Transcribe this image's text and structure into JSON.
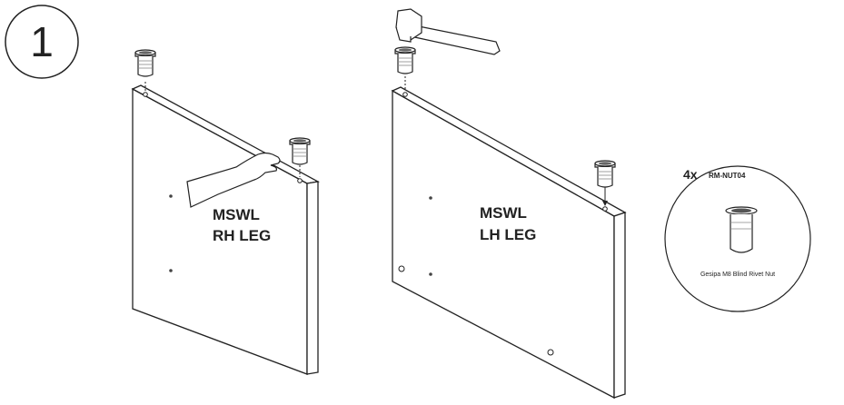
{
  "step_number": "1",
  "panel_right": {
    "line1": "MSWL",
    "line2": "RH LEG"
  },
  "panel_left": {
    "line1": "MSWL",
    "line2": "LH LEG"
  },
  "callout": {
    "quantity": "4x",
    "part_code": "RM-NUT04",
    "description": "Gesipa M8 Blind Rivet Nut"
  }
}
